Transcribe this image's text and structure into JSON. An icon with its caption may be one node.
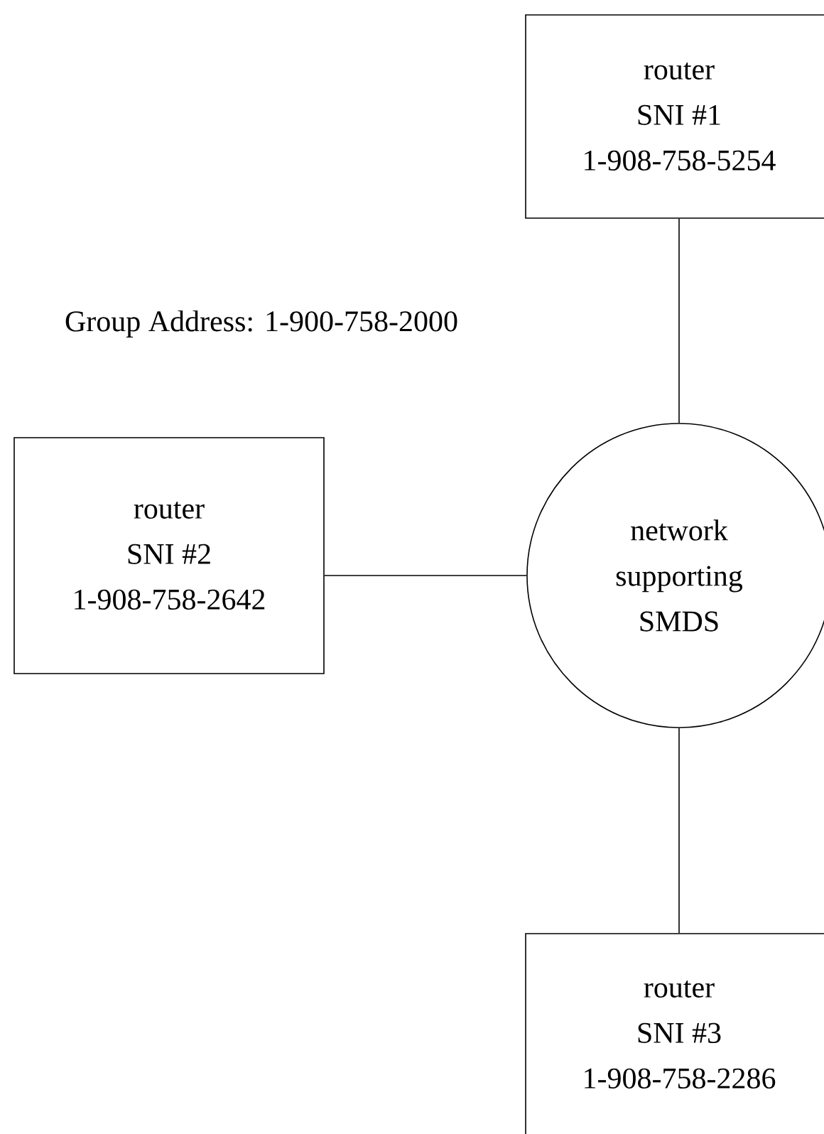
{
  "diagram": {
    "nodes": [
      {
        "text": [
          "router",
          "SNI #1",
          "1-908-758-5254"
        ]
      },
      {
        "text": [
          "router",
          "SNI #2",
          "1-908-758-2642"
        ]
      },
      {
        "text": [
          "network",
          "supporting",
          "SMDS"
        ]
      },
      {
        "text": [
          "router",
          "SNI #3",
          "1-908-758-2286"
        ]
      }
    ],
    "edges": [
      {
        "from": 0,
        "to": 2,
        "arrow": "none"
      },
      {
        "from": 1,
        "to": 2,
        "arrow": "none"
      },
      {
        "from": 2,
        "to": 3,
        "arrow": "none"
      }
    ],
    "labels": [
      "Group Address: 1-900-758-2000"
    ]
  }
}
